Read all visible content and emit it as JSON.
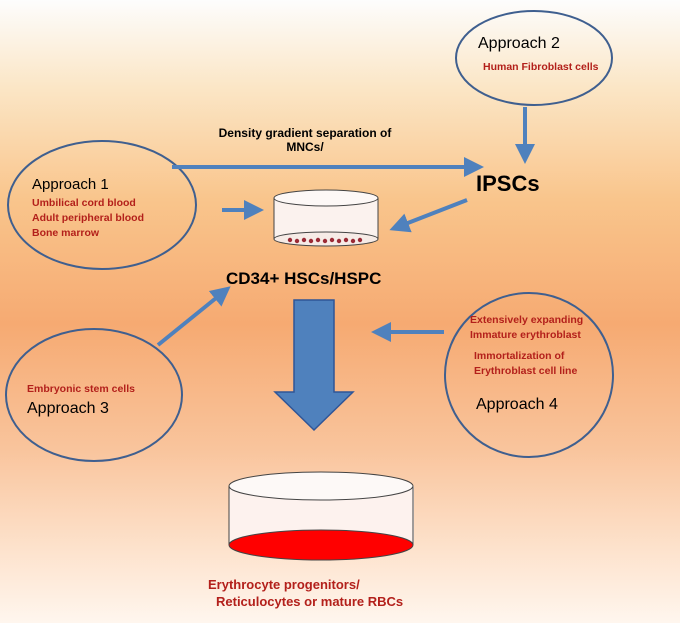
{
  "approach2": {
    "title": "Approach 2",
    "source": "Human Fibroblast cells"
  },
  "approach1": {
    "title": "Approach 1",
    "sources": [
      "Umbilical cord blood",
      "Adult peripheral blood",
      "Bone marrow"
    ]
  },
  "approach3": {
    "title": "Approach 3",
    "source": "Embryonic stem cells"
  },
  "approach4": {
    "title": "Approach  4",
    "sources": [
      "Extensively expanding",
      "Immature erythroblast",
      "Immortalization of",
      "Erythroblast cell line"
    ]
  },
  "density_label": [
    "Density gradient separation of",
    "MNCs/"
  ],
  "ipscs": "IPSCs",
  "cd34": "CD34+ HSCs/HSPC",
  "result": [
    "Erythrocyte progenitors/",
    "Reticulocytes or mature RBCs"
  ],
  "colors": {
    "arrow": "#4f81bd",
    "ellipse_stroke": "#3f5f8f",
    "rbc_fill": "#ff0000",
    "text_red": "#b3201b"
  }
}
